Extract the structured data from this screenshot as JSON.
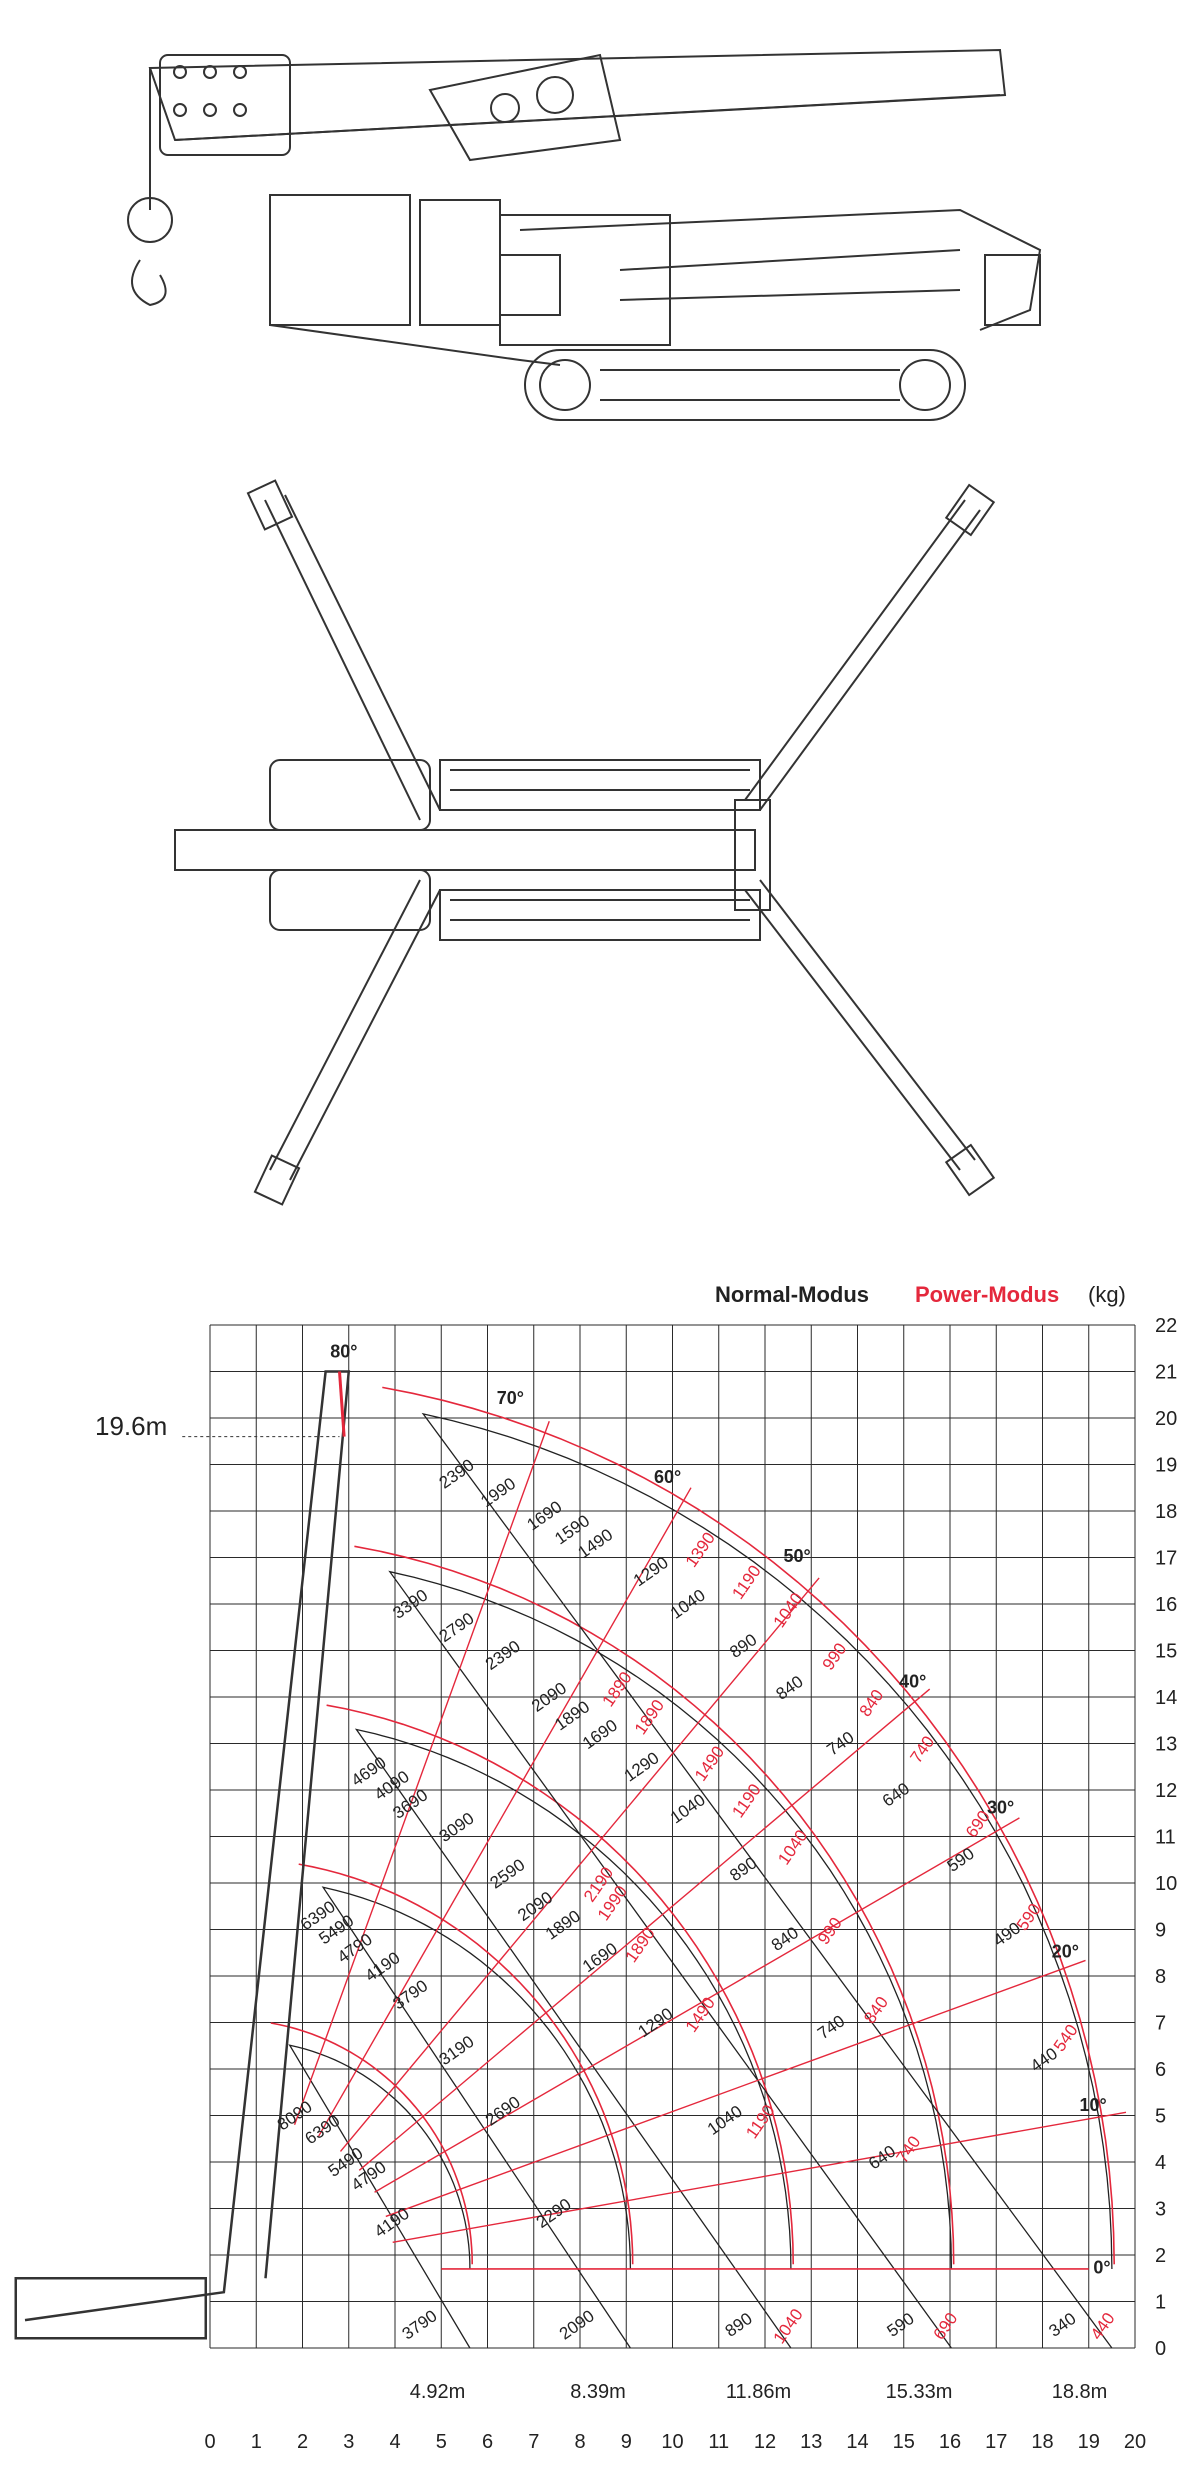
{
  "chart_data": {
    "type": "line",
    "x_ticks": [
      "0",
      "1",
      "2",
      "3",
      "4",
      "5",
      "6",
      "7",
      "8",
      "9",
      "10",
      "11",
      "12",
      "13",
      "14",
      "15",
      "16",
      "17",
      "18",
      "19",
      "20"
    ],
    "y_ticks": [
      "0",
      "1",
      "2",
      "3",
      "4",
      "5",
      "6",
      "7",
      "8",
      "9",
      "10",
      "11",
      "12",
      "13",
      "14",
      "15",
      "16",
      "17",
      "18",
      "19",
      "20",
      "21",
      "22"
    ],
    "xlim": [
      0,
      20
    ],
    "ylim": [
      0,
      22
    ],
    "grid": true,
    "legend": {
      "normal": "Normal-Modus",
      "power": "Power-Modus",
      "unit": "(kg)"
    },
    "max_height_label": "19.6m",
    "angle_labels": [
      "80°",
      "70°",
      "60°",
      "50°",
      "40°",
      "30°",
      "20°",
      "10°",
      "0°"
    ],
    "radius_labels": [
      "4.92m",
      "8.39m",
      "11.86m",
      "15.33m",
      "18.8m"
    ],
    "colors": {
      "normal": "#222222",
      "power": "#e4283c",
      "grid": "#2a2a2a",
      "drawing": "#333333"
    },
    "normal_series": [
      {
        "x": 4.6,
        "y": 0.4,
        "text": "3790"
      },
      {
        "x": 8.0,
        "y": 0.4,
        "text": "2090"
      },
      {
        "x": 11.5,
        "y": 0.4,
        "text": "890"
      },
      {
        "x": 15.0,
        "y": 0.4,
        "text": "590"
      },
      {
        "x": 18.5,
        "y": 0.4,
        "text": "340"
      },
      {
        "x": 4.0,
        "y": 2.6,
        "text": "4190"
      },
      {
        "x": 3.5,
        "y": 3.6,
        "text": "4790"
      },
      {
        "x": 3.0,
        "y": 3.9,
        "text": "5490"
      },
      {
        "x": 2.5,
        "y": 4.6,
        "text": "6390"
      },
      {
        "x": 1.9,
        "y": 4.9,
        "text": "8090"
      },
      {
        "x": 7.5,
        "y": 2.8,
        "text": "2290"
      },
      {
        "x": 6.4,
        "y": 5.0,
        "text": "2690"
      },
      {
        "x": 5.4,
        "y": 6.3,
        "text": "3190"
      },
      {
        "x": 4.4,
        "y": 7.5,
        "text": "3790"
      },
      {
        "x": 3.8,
        "y": 8.1,
        "text": "4190"
      },
      {
        "x": 3.2,
        "y": 8.5,
        "text": "4790"
      },
      {
        "x": 2.8,
        "y": 8.9,
        "text": "5490"
      },
      {
        "x": 2.4,
        "y": 9.2,
        "text": "6390"
      },
      {
        "x": 11.2,
        "y": 4.8,
        "text": "1040"
      },
      {
        "x": 9.7,
        "y": 6.9,
        "text": "1290"
      },
      {
        "x": 8.5,
        "y": 8.3,
        "text": "1690"
      },
      {
        "x": 7.7,
        "y": 9.0,
        "text": "1890"
      },
      {
        "x": 7.1,
        "y": 9.4,
        "text": "2090"
      },
      {
        "x": 6.5,
        "y": 10.1,
        "text": "2590"
      },
      {
        "x": 5.4,
        "y": 11.1,
        "text": "3090"
      },
      {
        "x": 4.4,
        "y": 11.6,
        "text": "3690"
      },
      {
        "x": 4.0,
        "y": 12.0,
        "text": "4090"
      },
      {
        "x": 3.5,
        "y": 12.3,
        "text": "4690"
      },
      {
        "x": 14.6,
        "y": 4.0,
        "text": "640"
      },
      {
        "x": 13.5,
        "y": 6.8,
        "text": "740"
      },
      {
        "x": 12.5,
        "y": 8.7,
        "text": "840"
      },
      {
        "x": 11.6,
        "y": 10.2,
        "text": "890"
      },
      {
        "x": 10.4,
        "y": 11.5,
        "text": "1040"
      },
      {
        "x": 9.4,
        "y": 12.4,
        "text": "1290"
      },
      {
        "x": 8.5,
        "y": 13.1,
        "text": "1690"
      },
      {
        "x": 7.9,
        "y": 13.5,
        "text": "1890"
      },
      {
        "x": 7.4,
        "y": 13.9,
        "text": "2090"
      },
      {
        "x": 6.4,
        "y": 14.8,
        "text": "2390"
      },
      {
        "x": 5.4,
        "y": 15.4,
        "text": "2790"
      },
      {
        "x": 4.4,
        "y": 15.9,
        "text": "3390"
      },
      {
        "x": 18.1,
        "y": 6.1,
        "text": "440"
      },
      {
        "x": 17.3,
        "y": 8.8,
        "text": "490"
      },
      {
        "x": 16.3,
        "y": 10.4,
        "text": "590"
      },
      {
        "x": 14.9,
        "y": 11.8,
        "text": "640"
      },
      {
        "x": 13.7,
        "y": 12.9,
        "text": "740"
      },
      {
        "x": 12.6,
        "y": 14.1,
        "text": "840"
      },
      {
        "x": 11.6,
        "y": 15.0,
        "text": "890"
      },
      {
        "x": 10.4,
        "y": 15.9,
        "text": "1040"
      },
      {
        "x": 9.6,
        "y": 16.6,
        "text": "1290"
      },
      {
        "x": 8.4,
        "y": 17.2,
        "text": "1490"
      },
      {
        "x": 7.9,
        "y": 17.5,
        "text": "1590"
      },
      {
        "x": 7.3,
        "y": 17.8,
        "text": "1690"
      },
      {
        "x": 6.3,
        "y": 18.3,
        "text": "1990"
      },
      {
        "x": 5.4,
        "y": 18.7,
        "text": "2390"
      }
    ],
    "power_series": [
      {
        "x": 19.4,
        "y": 0.4,
        "text": "440"
      },
      {
        "x": 16.0,
        "y": 0.4,
        "text": "690"
      },
      {
        "x": 12.6,
        "y": 0.4,
        "text": "1040"
      },
      {
        "x": 15.2,
        "y": 4.2,
        "text": "740"
      },
      {
        "x": 18.6,
        "y": 6.6,
        "text": "540"
      },
      {
        "x": 17.8,
        "y": 9.2,
        "text": "590"
      },
      {
        "x": 16.7,
        "y": 11.2,
        "text": "690"
      },
      {
        "x": 15.5,
        "y": 12.8,
        "text": "740"
      },
      {
        "x": 14.4,
        "y": 13.8,
        "text": "840"
      },
      {
        "x": 13.6,
        "y": 14.8,
        "text": "990"
      },
      {
        "x": 12.6,
        "y": 15.8,
        "text": "1040"
      },
      {
        "x": 11.7,
        "y": 16.4,
        "text": "1190"
      },
      {
        "x": 10.7,
        "y": 17.1,
        "text": "1390"
      },
      {
        "x": 12.0,
        "y": 4.8,
        "text": "1190"
      },
      {
        "x": 10.7,
        "y": 7.1,
        "text": "1490"
      },
      {
        "x": 9.4,
        "y": 8.6,
        "text": "1890"
      },
      {
        "x": 8.8,
        "y": 9.5,
        "text": "1990"
      },
      {
        "x": 8.5,
        "y": 9.9,
        "text": "2190"
      },
      {
        "x": 14.5,
        "y": 7.2,
        "text": "840"
      },
      {
        "x": 13.5,
        "y": 8.9,
        "text": "990"
      },
      {
        "x": 12.7,
        "y": 10.7,
        "text": "1040"
      },
      {
        "x": 11.7,
        "y": 11.7,
        "text": "1190"
      },
      {
        "x": 10.9,
        "y": 12.5,
        "text": "1490"
      },
      {
        "x": 9.6,
        "y": 13.5,
        "text": "1890"
      },
      {
        "x": 8.9,
        "y": 14.1,
        "text": "1890"
      }
    ]
  }
}
